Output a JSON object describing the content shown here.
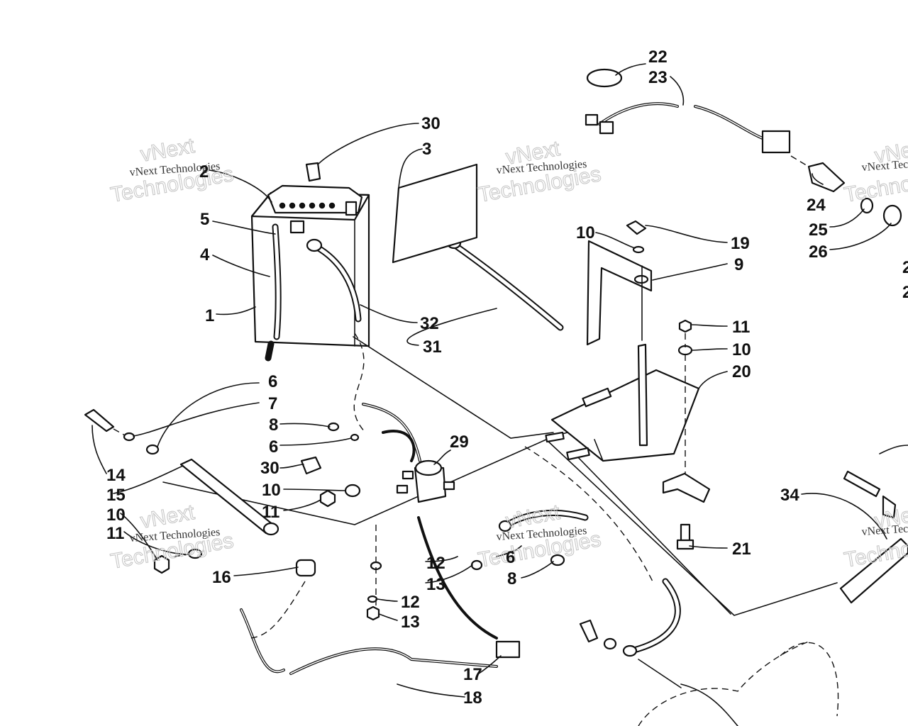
{
  "callouts": [
    {
      "id": "c22",
      "text": "22"
    },
    {
      "id": "c23",
      "text": "23"
    },
    {
      "id": "c30a",
      "text": "30"
    },
    {
      "id": "c3",
      "text": "3"
    },
    {
      "id": "c2",
      "text": "2"
    },
    {
      "id": "c5",
      "text": "5"
    },
    {
      "id": "c4",
      "text": "4"
    },
    {
      "id": "c1",
      "text": "1"
    },
    {
      "id": "c32",
      "text": "32"
    },
    {
      "id": "c31",
      "text": "31"
    },
    {
      "id": "c10a",
      "text": "10"
    },
    {
      "id": "c19",
      "text": "19"
    },
    {
      "id": "c9",
      "text": "9"
    },
    {
      "id": "c24",
      "text": "24"
    },
    {
      "id": "c25",
      "text": "25"
    },
    {
      "id": "c26",
      "text": "26"
    },
    {
      "id": "c11a",
      "text": "11"
    },
    {
      "id": "c10b",
      "text": "10"
    },
    {
      "id": "c20",
      "text": "20"
    },
    {
      "id": "c6a",
      "text": "6"
    },
    {
      "id": "c7",
      "text": "7"
    },
    {
      "id": "c8a",
      "text": "8"
    },
    {
      "id": "c6b",
      "text": "6"
    },
    {
      "id": "c30b",
      "text": "30"
    },
    {
      "id": "c10c",
      "text": "10"
    },
    {
      "id": "c11b",
      "text": "11"
    },
    {
      "id": "c29",
      "text": "29"
    },
    {
      "id": "c14",
      "text": "14"
    },
    {
      "id": "c15",
      "text": "15"
    },
    {
      "id": "c10d",
      "text": "10"
    },
    {
      "id": "c11c",
      "text": "11"
    },
    {
      "id": "c16",
      "text": "16"
    },
    {
      "id": "c12a",
      "text": "12"
    },
    {
      "id": "c13a",
      "text": "13"
    },
    {
      "id": "c6c",
      "text": "6"
    },
    {
      "id": "c8b",
      "text": "8"
    },
    {
      "id": "c12b",
      "text": "12"
    },
    {
      "id": "c13b",
      "text": "13"
    },
    {
      "id": "c17",
      "text": "17"
    },
    {
      "id": "c18",
      "text": "18"
    },
    {
      "id": "c21",
      "text": "21"
    },
    {
      "id": "c34",
      "text": "34"
    },
    {
      "id": "c27",
      "text": "2"
    },
    {
      "id": "c28",
      "text": "2"
    }
  ],
  "watermark": {
    "line1": "vNext",
    "line2": "vNext Technologies",
    "line3": "Technologies"
  }
}
